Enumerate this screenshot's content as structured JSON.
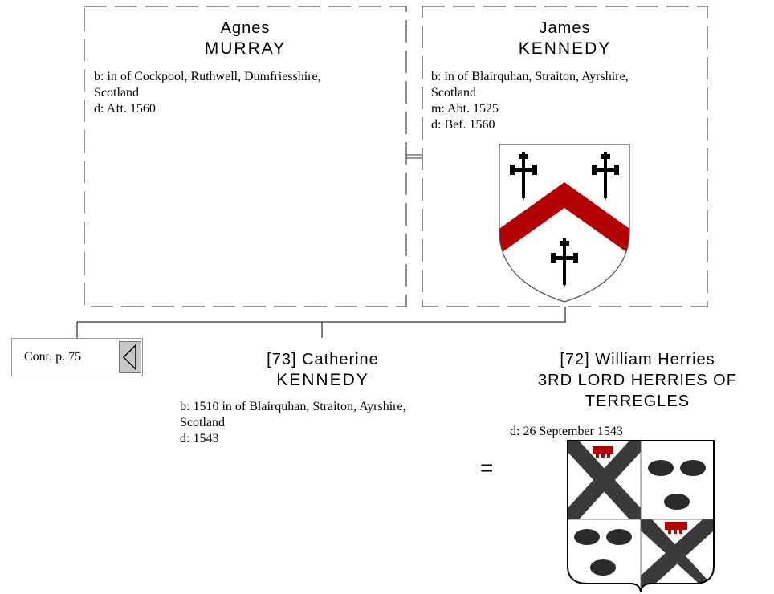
{
  "parents": {
    "mother": {
      "first_name": "Agnes",
      "surname": "MURRAY",
      "birth": "b: in of Cockpool, Ruthwell, Dumfriesshire,",
      "birth_cont": "Scotland",
      "death": "d: Aft. 1560"
    },
    "father": {
      "first_name": "James",
      "surname": "KENNEDY",
      "birth": "b: in of Blairquhan, Straiton, Ayrshire,",
      "birth_cont": "Scotland",
      "marriage": "m: Abt. 1525",
      "death": "d: Bef. 1560"
    }
  },
  "continuation": {
    "label": "Cont. p. 75"
  },
  "child": {
    "number_and_first": "[73] Catherine",
    "surname": "KENNEDY",
    "birth": "b: 1510 in of Blairquhan, Straiton, Ayrshire,",
    "birth_cont": "Scotland",
    "death": "d: 1543"
  },
  "spouse": {
    "number_and_name": "[72] William Herries",
    "title_line1": "3RD LORD HERRIES OF",
    "title_line2": "TERREGLES",
    "death": "d: 26 September 1543"
  },
  "marriage_symbol": "=",
  "colors": {
    "kennedy_chevron": "#b30000",
    "herries_saltire": "#3a3a3a",
    "herries_label": "#b30000",
    "cross": "#000000"
  }
}
